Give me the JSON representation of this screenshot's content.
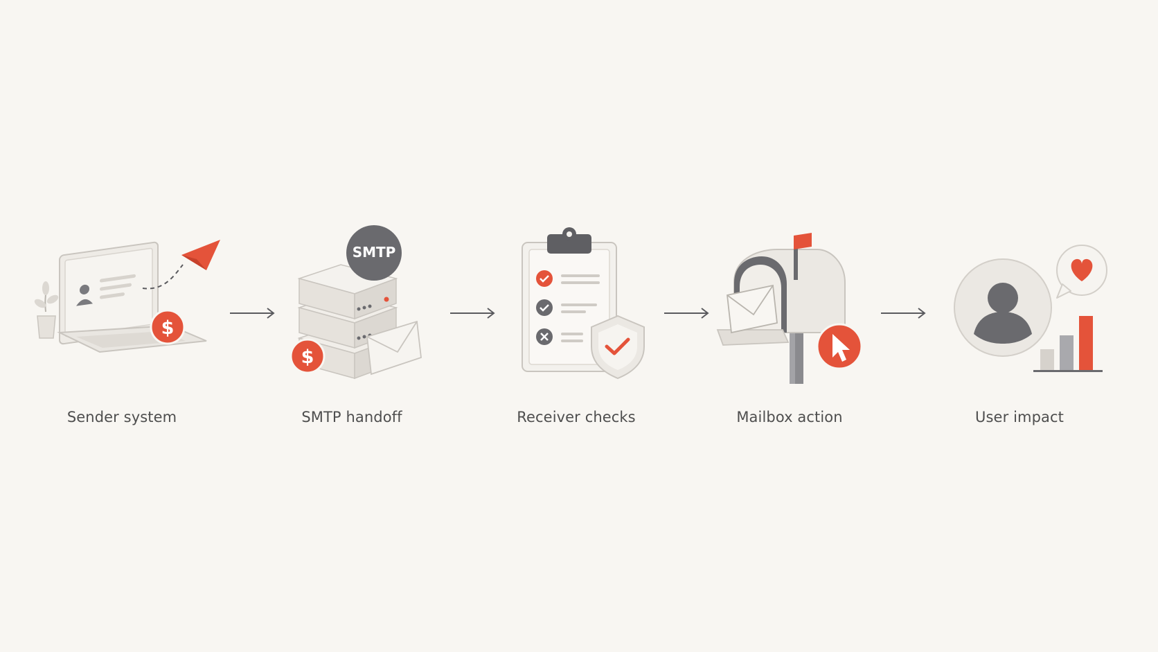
{
  "diagram": {
    "steps": [
      {
        "label": "Sender system",
        "icon": "laptop-send-icon"
      },
      {
        "label": "SMTP handoff",
        "icon": "server-stack-icon",
        "badge": "SMTP"
      },
      {
        "label": "Receiver checks",
        "icon": "clipboard-checklist-icon"
      },
      {
        "label": "Mailbox action",
        "icon": "mailbox-icon"
      },
      {
        "label": "User impact",
        "icon": "user-impact-icon"
      }
    ]
  },
  "colors": {
    "background": "#f8f6f2",
    "accent": "#e4533a",
    "dark": "#6a6a6e",
    "light": "#e9e6e1",
    "outline": "#c9c5bf",
    "text": "#4e4e4e"
  }
}
